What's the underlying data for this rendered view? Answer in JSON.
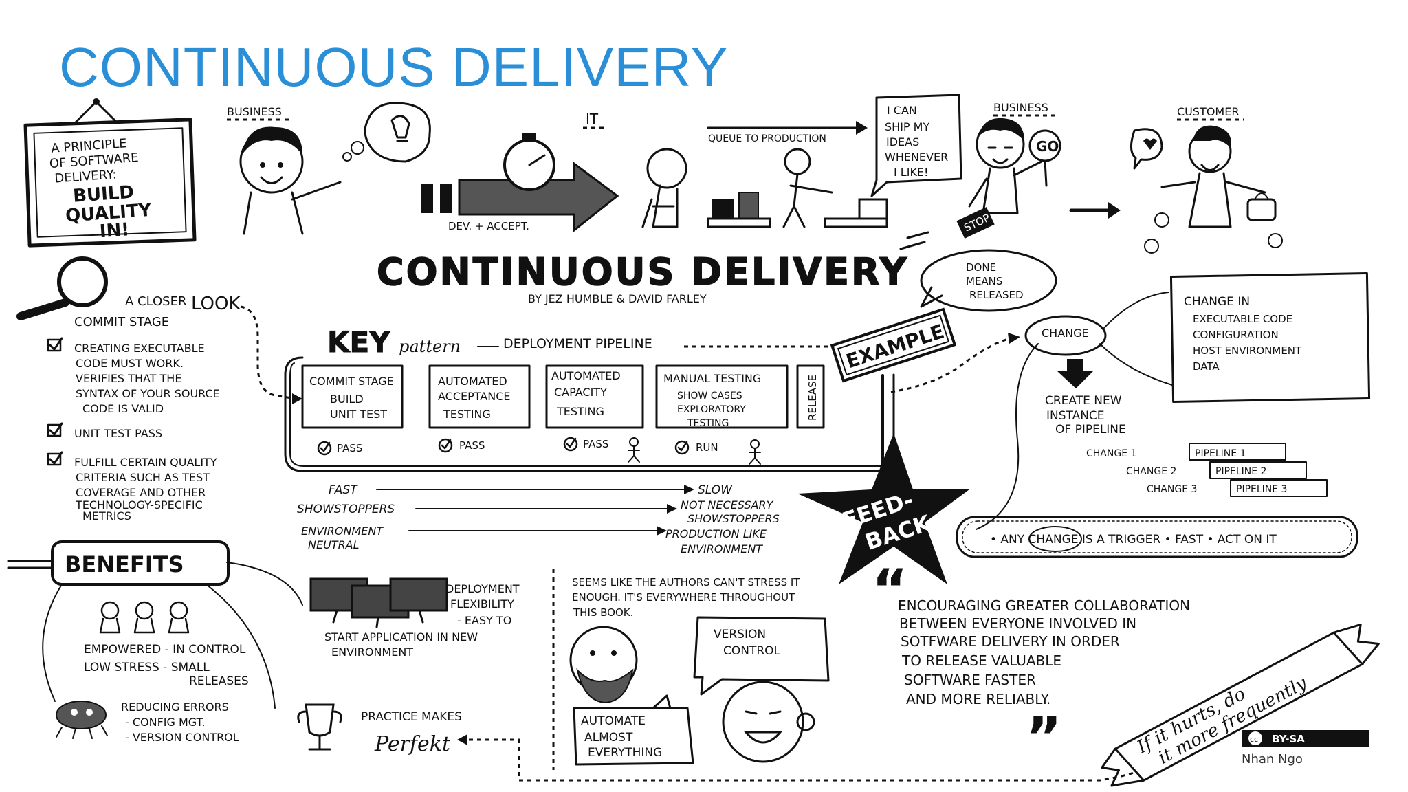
{
  "slide_title": "CONTINUOUS DELIVERY",
  "principle": {
    "line1": "A PRINCIPLE",
    "line2": "OF SOFTWARE",
    "line3": "DELIVERY:",
    "line4": "BUILD",
    "line5": "QUALITY",
    "line6": "IN!"
  },
  "top_flow": {
    "business": "BUSINESS",
    "it": "IT",
    "dev_accept": "DEV. + ACCEPT.",
    "queue": "QUEUE TO PRODUCTION",
    "ship_1": "I CAN",
    "ship_2": "SHIP MY",
    "ship_3": "IDEAS",
    "ship_4": "WHENEVER",
    "ship_5": "I LIKE!",
    "business2": "BUSINESS",
    "go": "GO",
    "stop": "STOP",
    "customer": "CUSTOMER"
  },
  "book": {
    "title": "CONTINUOUS DELIVERY",
    "authors": "BY JEZ HUMBLE & DAVID FARLEY",
    "done_1": "DONE",
    "done_2": "MEANS",
    "done_3": "RELEASED"
  },
  "closer_look": {
    "title_a": "A CLOSER",
    "title_b": "LOOK",
    "subtitle": "COMMIT STAGE",
    "item1_l1": "CREATING EXECUTABLE",
    "item1_l2": "CODE MUST WORK.",
    "item1_l3": "VERIFIES THAT THE",
    "item1_l4": "SYNTAX OF YOUR SOURCE",
    "item1_l5": "CODE IS VALID",
    "item2": "UNIT TEST PASS",
    "item3_l1": "FULFILL CERTAIN QUALITY",
    "item3_l2": "CRITERIA SUCH AS TEST",
    "item3_l3": "COVERAGE AND OTHER",
    "item3_l4": "TECHNOLOGY-SPECIFIC",
    "item3_l5": "METRICS"
  },
  "pipeline": {
    "key": "KEY",
    "pattern": "pattern",
    "label": "DEPLOYMENT PIPELINE",
    "example": "EXAMPLE",
    "release": "RELEASE",
    "stages": [
      {
        "title_1": "COMMIT STAGE",
        "title_2": "",
        "body_1": "BUILD",
        "body_2": "UNIT TEST",
        "body_3": "",
        "status": "PASS"
      },
      {
        "title_1": "AUTOMATED",
        "title_2": "ACCEPTANCE",
        "body_1": "TESTING",
        "body_2": "",
        "body_3": "",
        "status": "PASS"
      },
      {
        "title_1": "AUTOMATED",
        "title_2": "CAPACITY",
        "body_1": "TESTING",
        "body_2": "",
        "body_3": "",
        "status": "PASS"
      },
      {
        "title_1": "MANUAL TESTING",
        "title_2": "",
        "body_1": "SHOW CASES",
        "body_2": "EXPLORATORY",
        "body_3": "TESTING",
        "status": "RUN"
      }
    ]
  },
  "contrast": {
    "l1_left": "FAST",
    "l1_right": "SLOW",
    "l2_left": "SHOWSTOPPERS",
    "l2_right_1": "NOT NECESSARY",
    "l2_right_2": "SHOWSTOPPERS",
    "l3_left_1": "ENVIRONMENT",
    "l3_left_2": "NEUTRAL",
    "l3_right_1": "PRODUCTION LIKE",
    "l3_right_2": "ENVIRONMENT"
  },
  "feedback": {
    "line1": "FEED-",
    "line2": "BACK"
  },
  "change": {
    "change": "CHANGE",
    "create_1": "CREATE NEW",
    "create_2": "INSTANCE",
    "create_3": "OF PIPELINE",
    "rows": [
      {
        "change": "CHANGE 1",
        "pipeline": "PIPELINE 1"
      },
      {
        "change": "CHANGE 2",
        "pipeline": "PIPELINE 2"
      },
      {
        "change": "CHANGE 3",
        "pipeline": "PIPELINE 3"
      }
    ],
    "box_title": "CHANGE IN",
    "box_items": [
      "EXECUTABLE CODE",
      "CONFIGURATION",
      "HOST ENVIRONMENT",
      "DATA"
    ],
    "trigger": "• ANY CHANGE IS A TRIGGER  • FAST  • ACT ON IT"
  },
  "benefits": {
    "title": "BENEFITS",
    "empowered": "EMPOWERED - IN CONTROL",
    "low_stress_1": "LOW STRESS - SMALL",
    "low_stress_2": "RELEASES",
    "errors_1": "REDUCING ERRORS",
    "errors_2": "- CONFIG MGT.",
    "errors_3": "- VERSION CONTROL",
    "deploy_1": "DEPLOYMENT",
    "deploy_2": "FLEXIBILITY",
    "deploy_3": "- EASY TO",
    "deploy_4": "START APPLICATION IN NEW",
    "deploy_5": "ENVIRONMENT",
    "practice": "PRACTICE MAKES",
    "perfekt": "Perfekt"
  },
  "authors_note": {
    "line1": "SEEMS LIKE THE AUTHORS CAN'T STRESS IT",
    "line2": "ENOUGH. IT'S EVERYWHERE THROUGHOUT",
    "line3": "THIS BOOK.",
    "vc_1": "VERSION",
    "vc_2": "CONTROL",
    "auto_1": "AUTOMATE",
    "auto_2": "ALMOST",
    "auto_3": "EVERYTHING"
  },
  "quote": {
    "l1": "ENCOURAGING GREATER COLLABORATION",
    "l2": "BETWEEN EVERYONE INVOLVED IN",
    "l3": "SOTFWARE DELIVERY IN ORDER",
    "l4": "TO RELEASE VALUABLE",
    "l5": "SOFTWARE FASTER",
    "l6": "AND MORE RELIABLY.",
    "banner_1": "If it hurts, do",
    "banner_2": "it more frequently"
  },
  "credit": {
    "license": "BY-SA",
    "cc": "cc",
    "author": "Nhan Ngo"
  }
}
